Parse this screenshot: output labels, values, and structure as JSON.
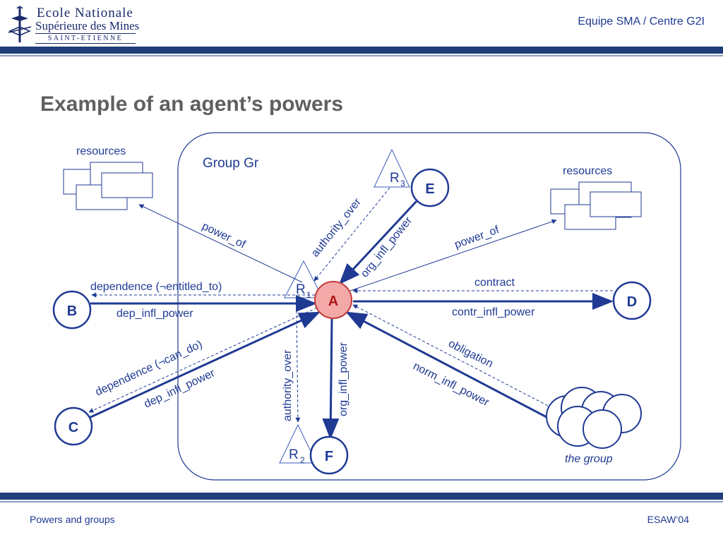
{
  "header": {
    "logo_line1": "Ecole Nationale",
    "logo_line2": "Supérieure des Mines",
    "logo_line3": "SAINT-ETIENNE",
    "team": "Equipe SMA / Centre G2I"
  },
  "title": "Example of an agent’s powers",
  "diagram": {
    "group_label": "Group Gr",
    "resources_left": "resources",
    "resources_right": "resources",
    "the_group": "the group",
    "nodes": {
      "A": "A",
      "B": "B",
      "C": "C",
      "D": "D",
      "E": "E",
      "F": "F"
    },
    "roles": {
      "R1": "R",
      "R1_sub": "1",
      "R2": "R",
      "R2_sub": "2",
      "R3": "R",
      "R3_sub": "3"
    },
    "edges": {
      "power_of_left": "power_of",
      "power_of_right": "power_of",
      "authority_over_top": "authority_over",
      "org_infl_power_top": "org_infl_power",
      "dependence_entitled": "dependence (¬entitled_to)",
      "dep_infl_power_b": "dep_infl_power",
      "contract": "contract",
      "contr_infl_power": "contr_infl_power",
      "dependence_can_do": "dependence (¬can_do)",
      "dep_infl_power_c": "dep_infl_power",
      "authority_over_bottom": "authority_over",
      "org_infl_power_bottom": "org_infl_power",
      "obligation": "obligation",
      "norm_infl_power": "norm_infl_power"
    },
    "colors": {
      "node_fill_A": "#f4a9a9",
      "node_stroke_A": "#c23b3b",
      "node_stroke": "#1f3a93",
      "text": "#1f3a93",
      "role_stroke": "#3b5bbf"
    }
  },
  "footer": {
    "left": "Powers and groups",
    "right": "ESAW‘04"
  }
}
